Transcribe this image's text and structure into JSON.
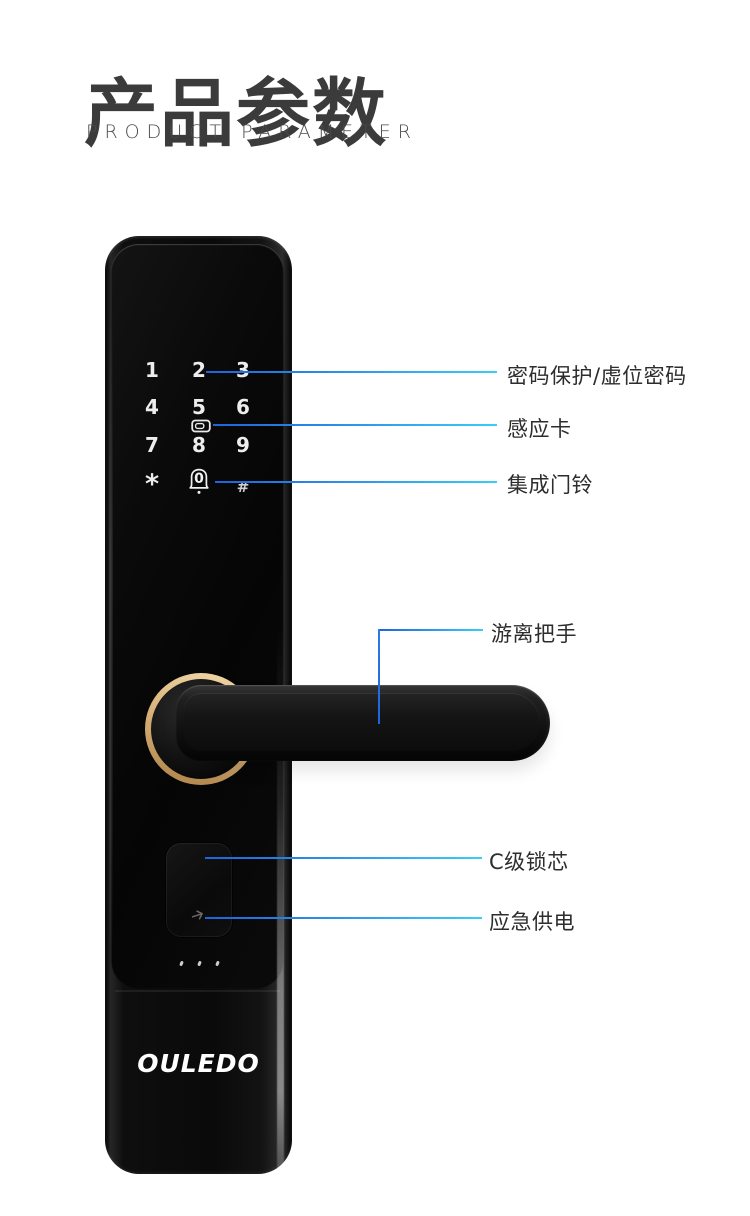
{
  "header": {
    "title": "产品参数",
    "subtitle": "PRODUCT PARAMETER"
  },
  "lock": {
    "brand": "OULEDO",
    "keypad": {
      "keys": [
        "1",
        "2",
        "3",
        "4",
        "5",
        "6",
        "7",
        "8",
        "9",
        "*",
        "0",
        "#"
      ]
    }
  },
  "annotations": {
    "password": {
      "label": "密码保护/虚位密码"
    },
    "card": {
      "label": "感应卡"
    },
    "doorbell": {
      "label": "集成门铃"
    },
    "handle": {
      "label": "游离把手"
    },
    "cylinder": {
      "label": "C级锁芯"
    },
    "power": {
      "label": "应急供电"
    }
  },
  "colors": {
    "leader_line_start": "#1e63de",
    "leader_line_end": "#38cdf8",
    "gold_ring": "#dab47c",
    "title_text": "#3b3b3b",
    "label_text": "#2d2d2d",
    "lock_black": "#0a0a0a"
  }
}
